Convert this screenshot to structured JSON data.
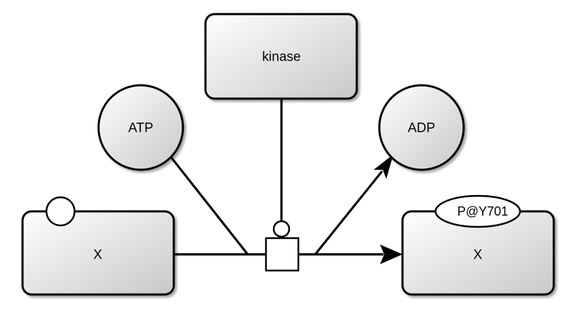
{
  "nodes": {
    "kinase": {
      "label": "kinase"
    },
    "atp": {
      "label": "ATP"
    },
    "adp": {
      "label": "ADP"
    },
    "substrate": {
      "label": "X"
    },
    "product": {
      "label": "X",
      "state_variable": "P@Y701"
    }
  },
  "colors": {
    "node_fill_light": "#ffffff",
    "node_fill_dark": "#c8c8c8",
    "stroke": "#000000"
  }
}
